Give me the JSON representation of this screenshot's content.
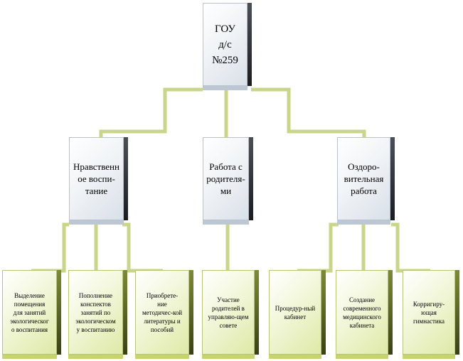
{
  "root": {
    "label": "ГОУ\nд/с №259"
  },
  "branches": [
    {
      "label": "Нравственн\nое воспи-\nтание"
    },
    {
      "label": "Работа с\nродителя-\nми"
    },
    {
      "label": "Оздоро-\nвительная\nработа"
    }
  ],
  "leaves": [
    {
      "label": "Выделение\nпомещения\nдля занятий\nэкологическог\nо воспитания"
    },
    {
      "label": "Пополнение\nконспектов\nзанятий по\nэкологическом\nу воспитанию"
    },
    {
      "label": "Приобрете-\nние\nметодичес-кой\nлитературы и\nпособий"
    },
    {
      "label": "Участие\nродителей в\nуправляю-щем\nсовете"
    },
    {
      "label": "Процедур-ный\nкабинет"
    },
    {
      "label": "Создание\nсовременного\nмедицинского\nкабинета"
    },
    {
      "label": "Корригиру-\nющая\nгимнастика"
    }
  ]
}
